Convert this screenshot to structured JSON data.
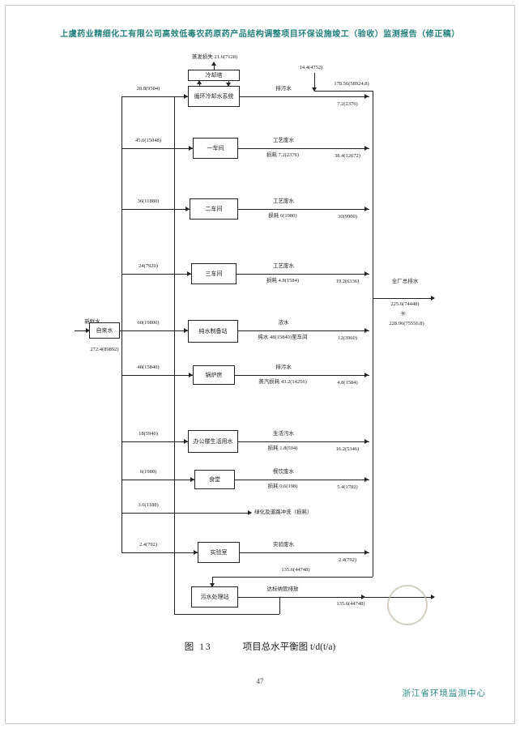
{
  "page": {
    "header_title": "上虞药业精细化工有限公司高效低毒农药原药产品结构调整项目环保设施竣工（验收）监测报告（修正稿）",
    "caption_fig": "图 13",
    "caption_text": "项目总水平衡图 t/d(t/a)",
    "page_number": "47",
    "footer": "浙江省环境监测中心"
  },
  "colors": {
    "accent_teal": "#22807d",
    "ink": "#1d1d1d"
  },
  "diagram": {
    "source": {
      "inflow_label": "新鲜水",
      "box": "自来水",
      "total": "272.4(89892)"
    },
    "top": {
      "evap_label": "蒸发损失 21.6(7128)",
      "tower": "冷却塔",
      "annot_flow": "14.4(4752)",
      "annot_value": "178.56(58924.8)"
    },
    "rows": [
      {
        "box": "循环冷却水系统",
        "in": "28.8(9504)",
        "out": "排污水",
        "val": "7.2(2376)",
        "loss": ""
      },
      {
        "box": "一车间",
        "in": "45.6(15048)",
        "out": "工艺废水",
        "val": "38.4(12672)",
        "loss": "损耗 7.2(2376)"
      },
      {
        "box": "二车间",
        "in": "36(11880)",
        "out": "工艺废水",
        "val": "30(9900)",
        "loss": "损耗 6(1980)"
      },
      {
        "box": "三车间",
        "in": "24(7920)",
        "out": "工艺废水",
        "val": "19.2(6336)",
        "loss": "损耗 4.8(1584)"
      },
      {
        "box": "纯水制备站",
        "in": "60(19800)",
        "out": "浓水",
        "val": "12(3960)",
        "loss": "纯水 48(15840)至车间"
      },
      {
        "box": "锅炉房",
        "in": "48(15840)",
        "out": "排污水",
        "val": "4.8(1584)",
        "loss": "蒸汽损耗 43.2(14256)"
      },
      {
        "box": "办公楼生活用水",
        "in": "18(5940)",
        "out": "生活污水",
        "val": "16.2(5346)",
        "loss": "损耗 1.8(594)"
      },
      {
        "box": "食堂",
        "in": "6(1980)",
        "out": "餐饮废水",
        "val": "5.4(1782)",
        "loss": "损耗 0.6(198)"
      },
      {
        "box": "",
        "in": "3.6(1188)",
        "out": "绿化及道路冲洗（损耗）",
        "val": "",
        "loss": ""
      },
      {
        "box": "实验室",
        "in": "2.4(792)",
        "out": "实验废水",
        "val": "2.4(792)",
        "loss": ""
      }
    ],
    "right_offtake": {
      "label": "全厂总排水",
      "value1": "225.6(74448)",
      "star": "✳",
      "value2": "228.96(75556.8)"
    },
    "treatment": {
      "total_in": "135.6(44748)",
      "box": "污水处理站",
      "out_label": "达标纳管排放",
      "out_value": "135.6(44748)"
    }
  }
}
